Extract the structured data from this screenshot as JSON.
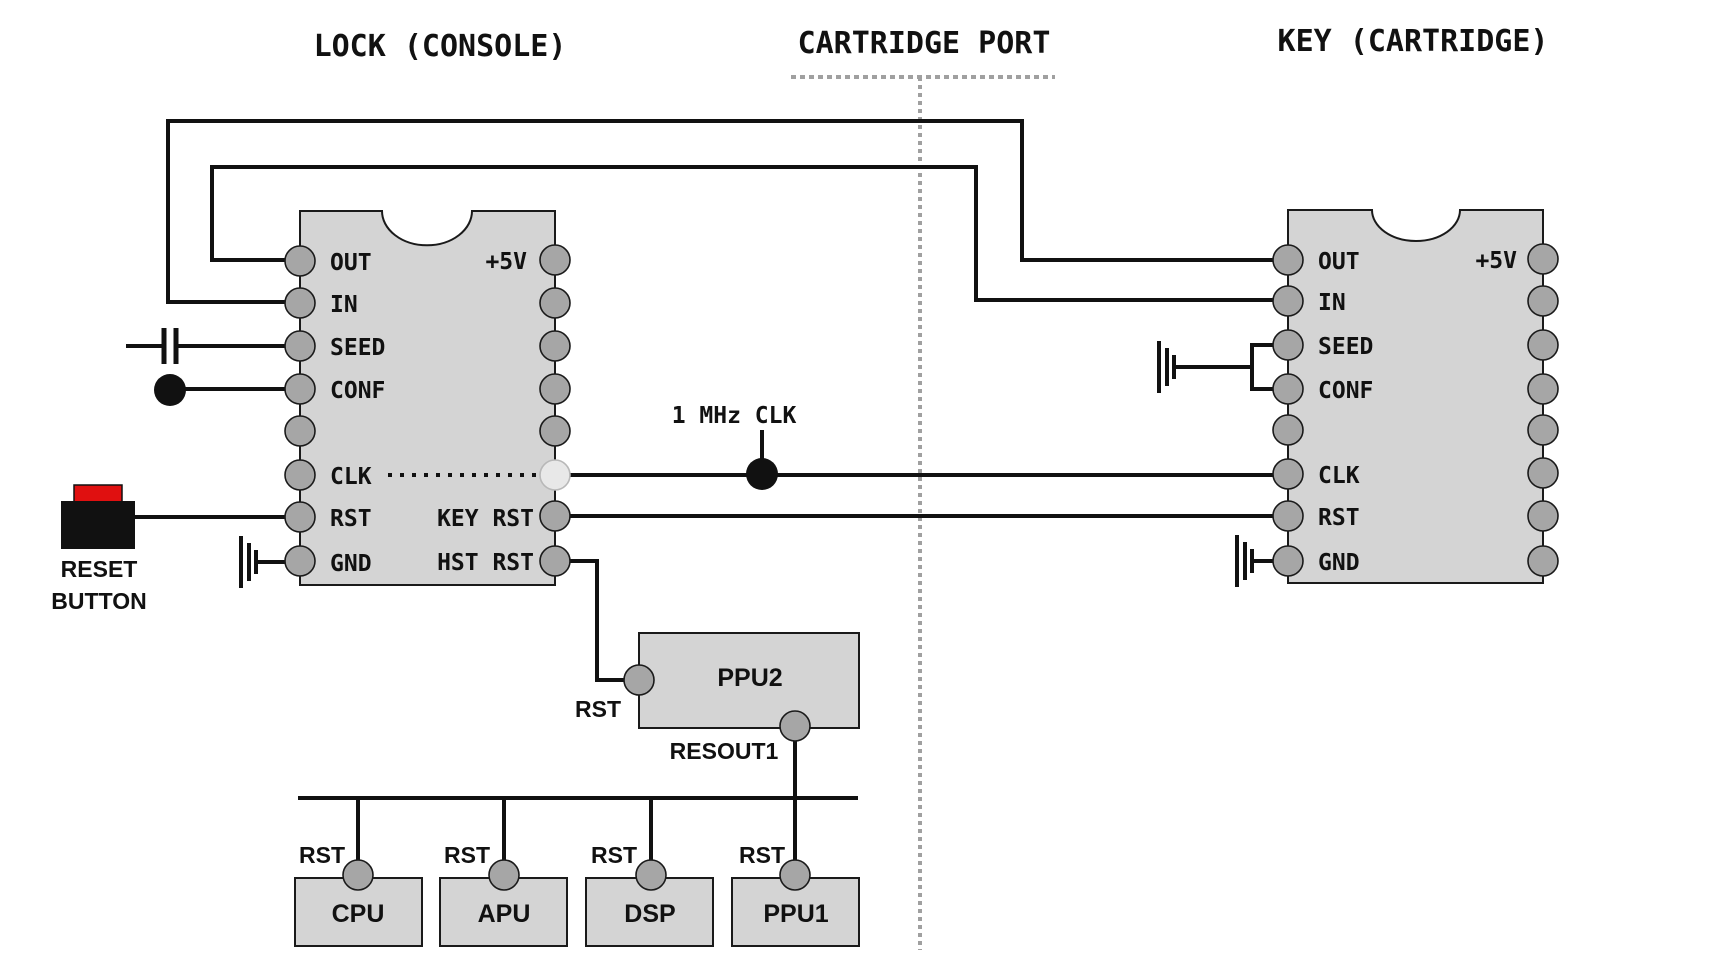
{
  "titles": {
    "lock": "LOCK (CONSOLE)",
    "port": "CARTRIDGE PORT",
    "key": "KEY (CARTRIDGE)"
  },
  "lock_chip": {
    "left_pins": [
      "OUT",
      "IN",
      "SEED",
      "CONF",
      "",
      "CLK",
      "RST",
      "GND"
    ],
    "right_pins": [
      "+5V",
      "",
      "",
      "",
      "",
      "",
      "KEY RST",
      "HST RST"
    ]
  },
  "key_chip": {
    "left_pins": [
      "OUT",
      "IN",
      "SEED",
      "CONF",
      "",
      "CLK",
      "RST",
      "GND"
    ],
    "right_pins": [
      "+5V",
      "",
      "",
      "",
      "",
      "",
      "",
      ""
    ]
  },
  "clock_label": "1 MHz CLK",
  "reset_button": {
    "label_line1": "RESET",
    "label_line2": "BUTTON"
  },
  "ppu2": {
    "name": "PPU2",
    "rst_label": "RST",
    "resout_label": "RESOUT1"
  },
  "bottom_chips": [
    {
      "name": "CPU",
      "rst_label": "RST"
    },
    {
      "name": "APU",
      "rst_label": "RST"
    },
    {
      "name": "DSP",
      "rst_label": "RST"
    },
    {
      "name": "PPU1",
      "rst_label": "RST"
    }
  ],
  "colors": {
    "chip_fill": "#d4d4d4",
    "pin_fill": "#a6a6a6",
    "wire": "#111111",
    "reset_cap": "#e01010",
    "port_divider": "#a0a0a0"
  }
}
